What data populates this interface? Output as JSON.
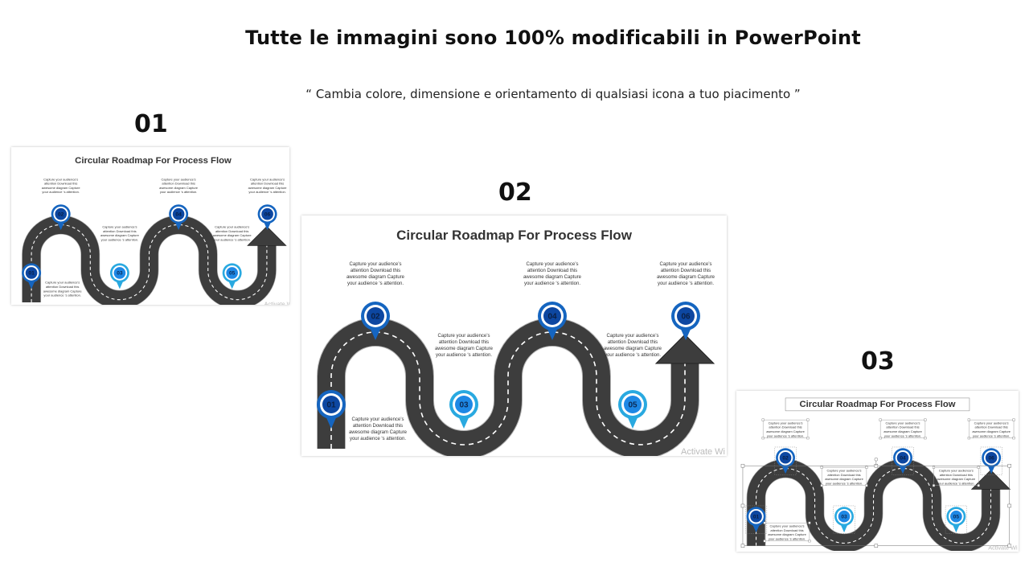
{
  "header": {
    "title": "Tutte le immagini sono 100% modificabili in PowerPoint",
    "subtitle": "“ Cambia colore, dimensione e orientamento di qualsiasi icona a tuo piacimento ”"
  },
  "slides": [
    {
      "number": "01",
      "title": "Circular Roadmap For Process Flow",
      "watermark": "Activate Wi",
      "caption": [
        "Capture your audience’s",
        "attention Download this",
        "awesome diagram Capture",
        "your  audience ‘s attention."
      ],
      "markers": [
        "01",
        "02",
        "03",
        "04",
        "05",
        "06"
      ]
    },
    {
      "number": "02",
      "title": "Circular Roadmap For Process Flow",
      "watermark": "Activate Wi",
      "caption": [
        "Capture your audience’s",
        "attention Download this",
        "awesome diagram Capture",
        "your  audience ‘s attention."
      ],
      "markers": [
        "01",
        "02",
        "03",
        "04",
        "05",
        "06"
      ]
    },
    {
      "number": "03",
      "title": "Circular Roadmap For Process Flow",
      "watermark": "Activate Wi",
      "caption": [
        "Capture your audience’s",
        "attention Download this",
        "awesome diagram Capture",
        "your  audience ‘s attention."
      ],
      "markers": [
        "01",
        "02",
        "03",
        "04",
        "05",
        "06"
      ]
    }
  ],
  "colors": {
    "road": "#3d3d3d",
    "road_dash": "#ffffff",
    "marker_dark": "#1565c0",
    "marker_light": "#29a9e0",
    "marker_inner_dark": "#0d47a1",
    "marker_inner_light": "#1e88e5"
  }
}
